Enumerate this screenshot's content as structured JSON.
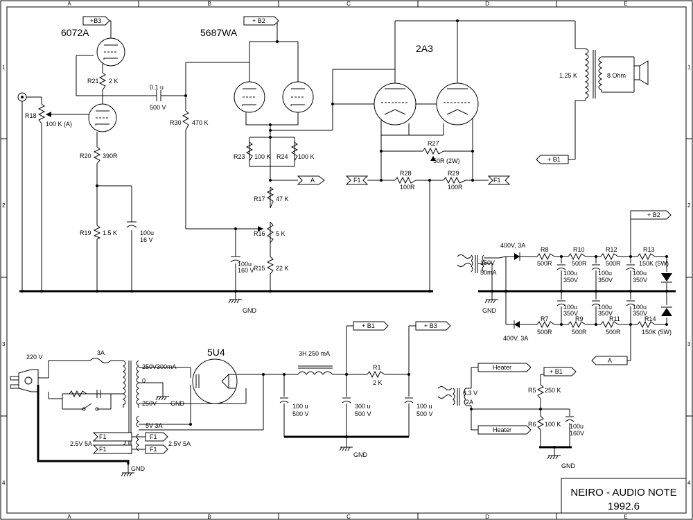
{
  "frame": {
    "cols": [
      "A",
      "B",
      "C",
      "D",
      "E"
    ],
    "rows": [
      "1",
      "2",
      "3",
      "4"
    ]
  },
  "title_block": {
    "line1": "NEIRO - AUDIO NOTE",
    "line2": "1992.6"
  },
  "tubes": {
    "v1": "6072A",
    "v2": "5687WA",
    "v3": "2A3",
    "rect": "5U4"
  },
  "power_tags": {
    "b3_top": "+B3",
    "b2_top": "+ B2",
    "b1_right": "+ B1",
    "b2_right": "+ B2",
    "b1_psu": "+ B1",
    "b3_psu": "+ B3",
    "b1_heater": "+ B1"
  },
  "net_tags": {
    "a_out": "A",
    "f1_left": "F1",
    "f1_right": "F1",
    "a_in": "A",
    "f1_a": "F1",
    "f1_b": "F1",
    "f1_c": "F1",
    "f1_d": "F1",
    "heater1": "Heater",
    "heater2": "Heater"
  },
  "components": {
    "r21_ref": "R21",
    "r21_val": "2 K",
    "r18_ref": "R18",
    "r18_val": "100 K (A)",
    "r20_ref": "R20",
    "r20_val": "390R",
    "r19_ref": "R19",
    "r19_val": "1.5 K",
    "c_cath1": "100u",
    "c_cath1v": "16 V",
    "cc_val": "0.1 u",
    "cc_volt": "500 V",
    "r30_ref": "R30",
    "r30_val": "470 K",
    "r23_ref": "R23",
    "r23_val": "100 K",
    "r24_ref": "R24",
    "r24_val": "100 K",
    "r17_ref": "R17",
    "r17_val": "47 K",
    "r16_ref": "R16",
    "r16_val": "5 K",
    "r15_ref": "R15",
    "r15_val": "22 K",
    "c_cath2": "100u",
    "c_cath2v": "160 V",
    "r27_ref": "R27",
    "r27_val": "50R (2W)",
    "r28_ref": "R28",
    "r28_val": "100R",
    "r29_ref": "R29",
    "r29_val": "100R",
    "opt_pri": "1.25 K",
    "opt_sec": "8 Ohm",
    "r8_ref": "R8",
    "r8_val": "500R",
    "r10_ref": "R10",
    "r10_val": "500R",
    "r12_ref": "R12",
    "r12_val": "500R",
    "r13_ref": "R13",
    "r13_val": "150K (5W)",
    "r7_ref": "R7",
    "r7_val": "500R",
    "r9_ref": "R9",
    "r9_val": "500R",
    "r11_ref": "R11",
    "r11_val": "500R",
    "r14_ref": "R14",
    "r14_val": "150K (5W)",
    "d_top": "400V, 3A",
    "d_bot": "400V, 3A",
    "tr_bias_v": "150V",
    "tr_bias_i": "50mA",
    "cb1": "100u",
    "cb1v": "350V",
    "cb2": "100u",
    "cb2v": "350V",
    "cb3": "100u",
    "cb3v": "350V",
    "cb4": "100u",
    "cb4v": "350V",
    "cb5": "100u",
    "cb5v": "350V",
    "cb6": "100u",
    "cb6v": "350V",
    "mains": "220 V",
    "fuse": "3A",
    "pt_hv": "250V300mA",
    "pt_ct": "0",
    "pt_hv2": "250V",
    "pt_5v": "5V 3A",
    "pt_25a": "2.5V 5A",
    "pt_25b": "2.5V 5A",
    "choke": "3H 250 mA",
    "r1_ref": "R1",
    "r1_val": "2 K",
    "c_psu1": "100 u",
    "c_psu1v": "500 V",
    "c_psu2": "300 u",
    "c_psu2v": "500 V",
    "c_psu3": "100 u",
    "c_psu3v": "500 V",
    "tr_htr_v": "6.3 V",
    "tr_htr_i": "2A",
    "r5_ref": "R5",
    "r5_val": "250 K",
    "r6_ref": "R6",
    "r6_val": "100 K",
    "c_ht": "100u",
    "c_htv": "160V"
  },
  "gnd": {
    "g1": "GND",
    "g2": "GND",
    "g3": "GND",
    "g4": "GND",
    "g5": "GND",
    "g6": "GND"
  }
}
